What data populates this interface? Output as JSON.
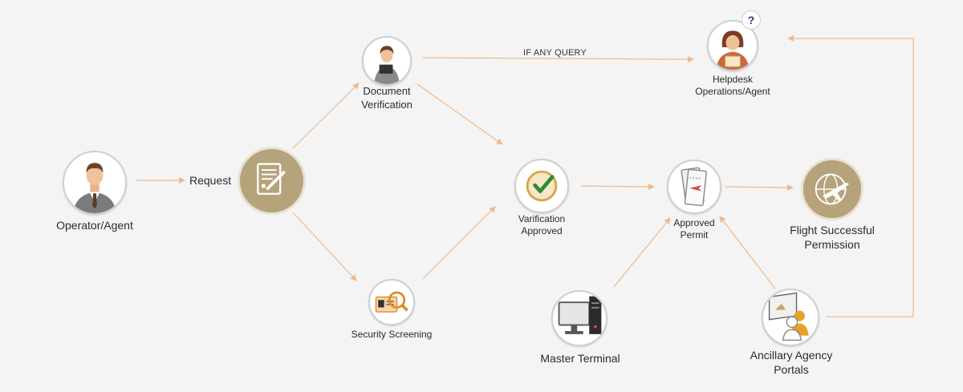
{
  "nodes": {
    "operator": "Operator/Agent",
    "request": "Request",
    "doc_verification": [
      "Document",
      "Verification"
    ],
    "security_screening": "Security Screening",
    "verification_approved": [
      "Varification",
      "Approved"
    ],
    "approved_permit": [
      "Approved",
      "Permit"
    ],
    "flight_permission": [
      "Flight Successful",
      "Permission"
    ],
    "helpdesk": [
      "Helpdesk",
      "Operations/Agent"
    ],
    "master_terminal": "Master Terminal",
    "ancillary": [
      "Ancillary Agency",
      "Portals"
    ]
  },
  "edge_labels": {
    "query": "IF ANY QUERY"
  },
  "helpdesk_bubble": "?",
  "colors": {
    "arrow": "#f0b98a",
    "gold": "#b5a37c",
    "background": "#f4f4f4"
  },
  "icons": {
    "operator": "businessman-icon",
    "request": "document-edit-icon",
    "doc_verification": "woman-with-tablet-icon",
    "security_screening": "id-card-magnifier-icon",
    "verification_approved": "checkmark-icon",
    "approved_permit": "ticket-permit-icon",
    "flight_permission": "globe-plane-icon",
    "helpdesk": "support-agent-icon",
    "master_terminal": "computer-terminal-icon",
    "ancillary": "portal-users-icon"
  }
}
